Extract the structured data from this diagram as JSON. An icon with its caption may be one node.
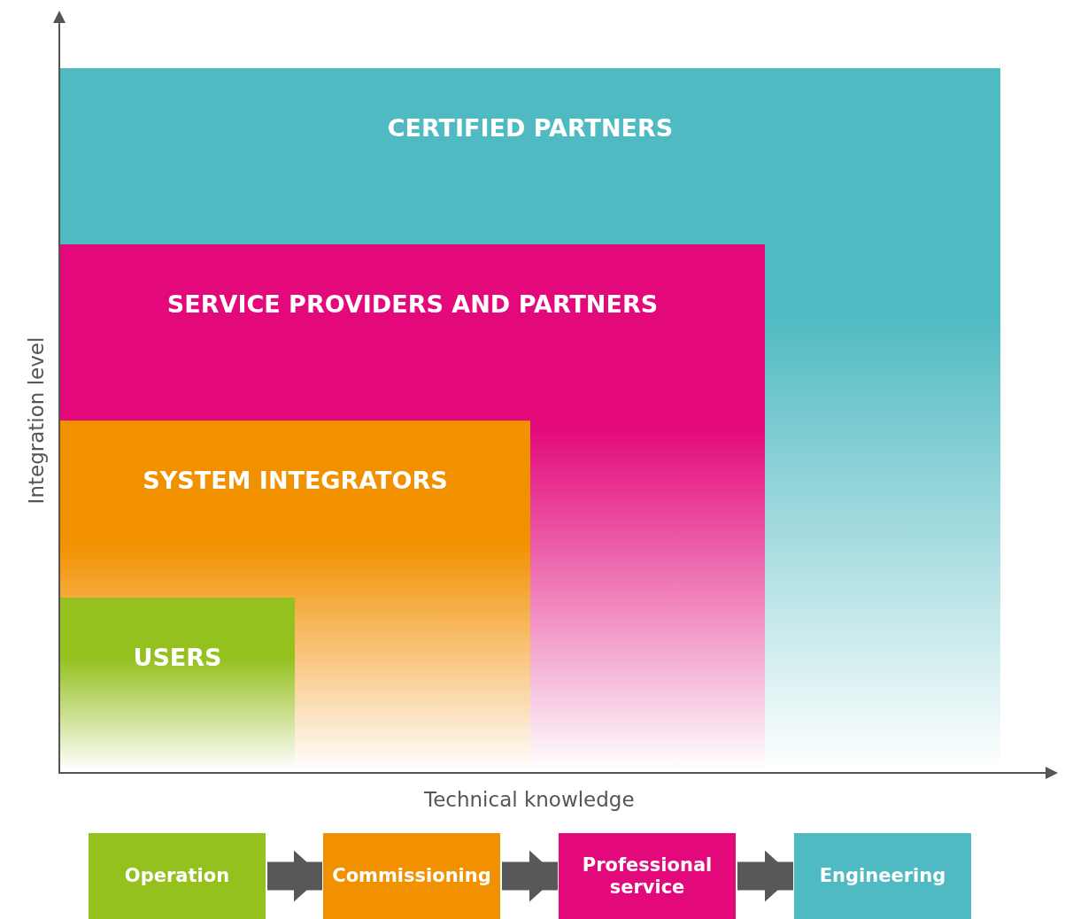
{
  "diagram": {
    "nodes": [
      {
        "text": [
          "CERTIFIED PARTNERS"
        ]
      },
      {
        "text": [
          "SERVICE PROVIDERS AND PARTNERS"
        ],
        "in": 0
      },
      {
        "text": [
          "SYSTEM INTEGRATORS"
        ],
        "in": 1
      },
      {
        "text": [
          "USERS"
        ],
        "in": 2
      },
      {
        "text": [
          "Operation"
        ]
      },
      {
        "text": [
          "Commissioning"
        ]
      },
      {
        "text": [
          "Professional service"
        ]
      },
      {
        "text": [
          "Engineering"
        ]
      }
    ],
    "edges": [
      {
        "from": 4,
        "to": 5,
        "arrow": "to"
      },
      {
        "from": 5,
        "to": 6,
        "arrow": "to"
      },
      {
        "from": 6,
        "to": 7,
        "arrow": "to"
      }
    ],
    "labels": [
      "Integration level",
      "Technical knowledge"
    ]
  }
}
